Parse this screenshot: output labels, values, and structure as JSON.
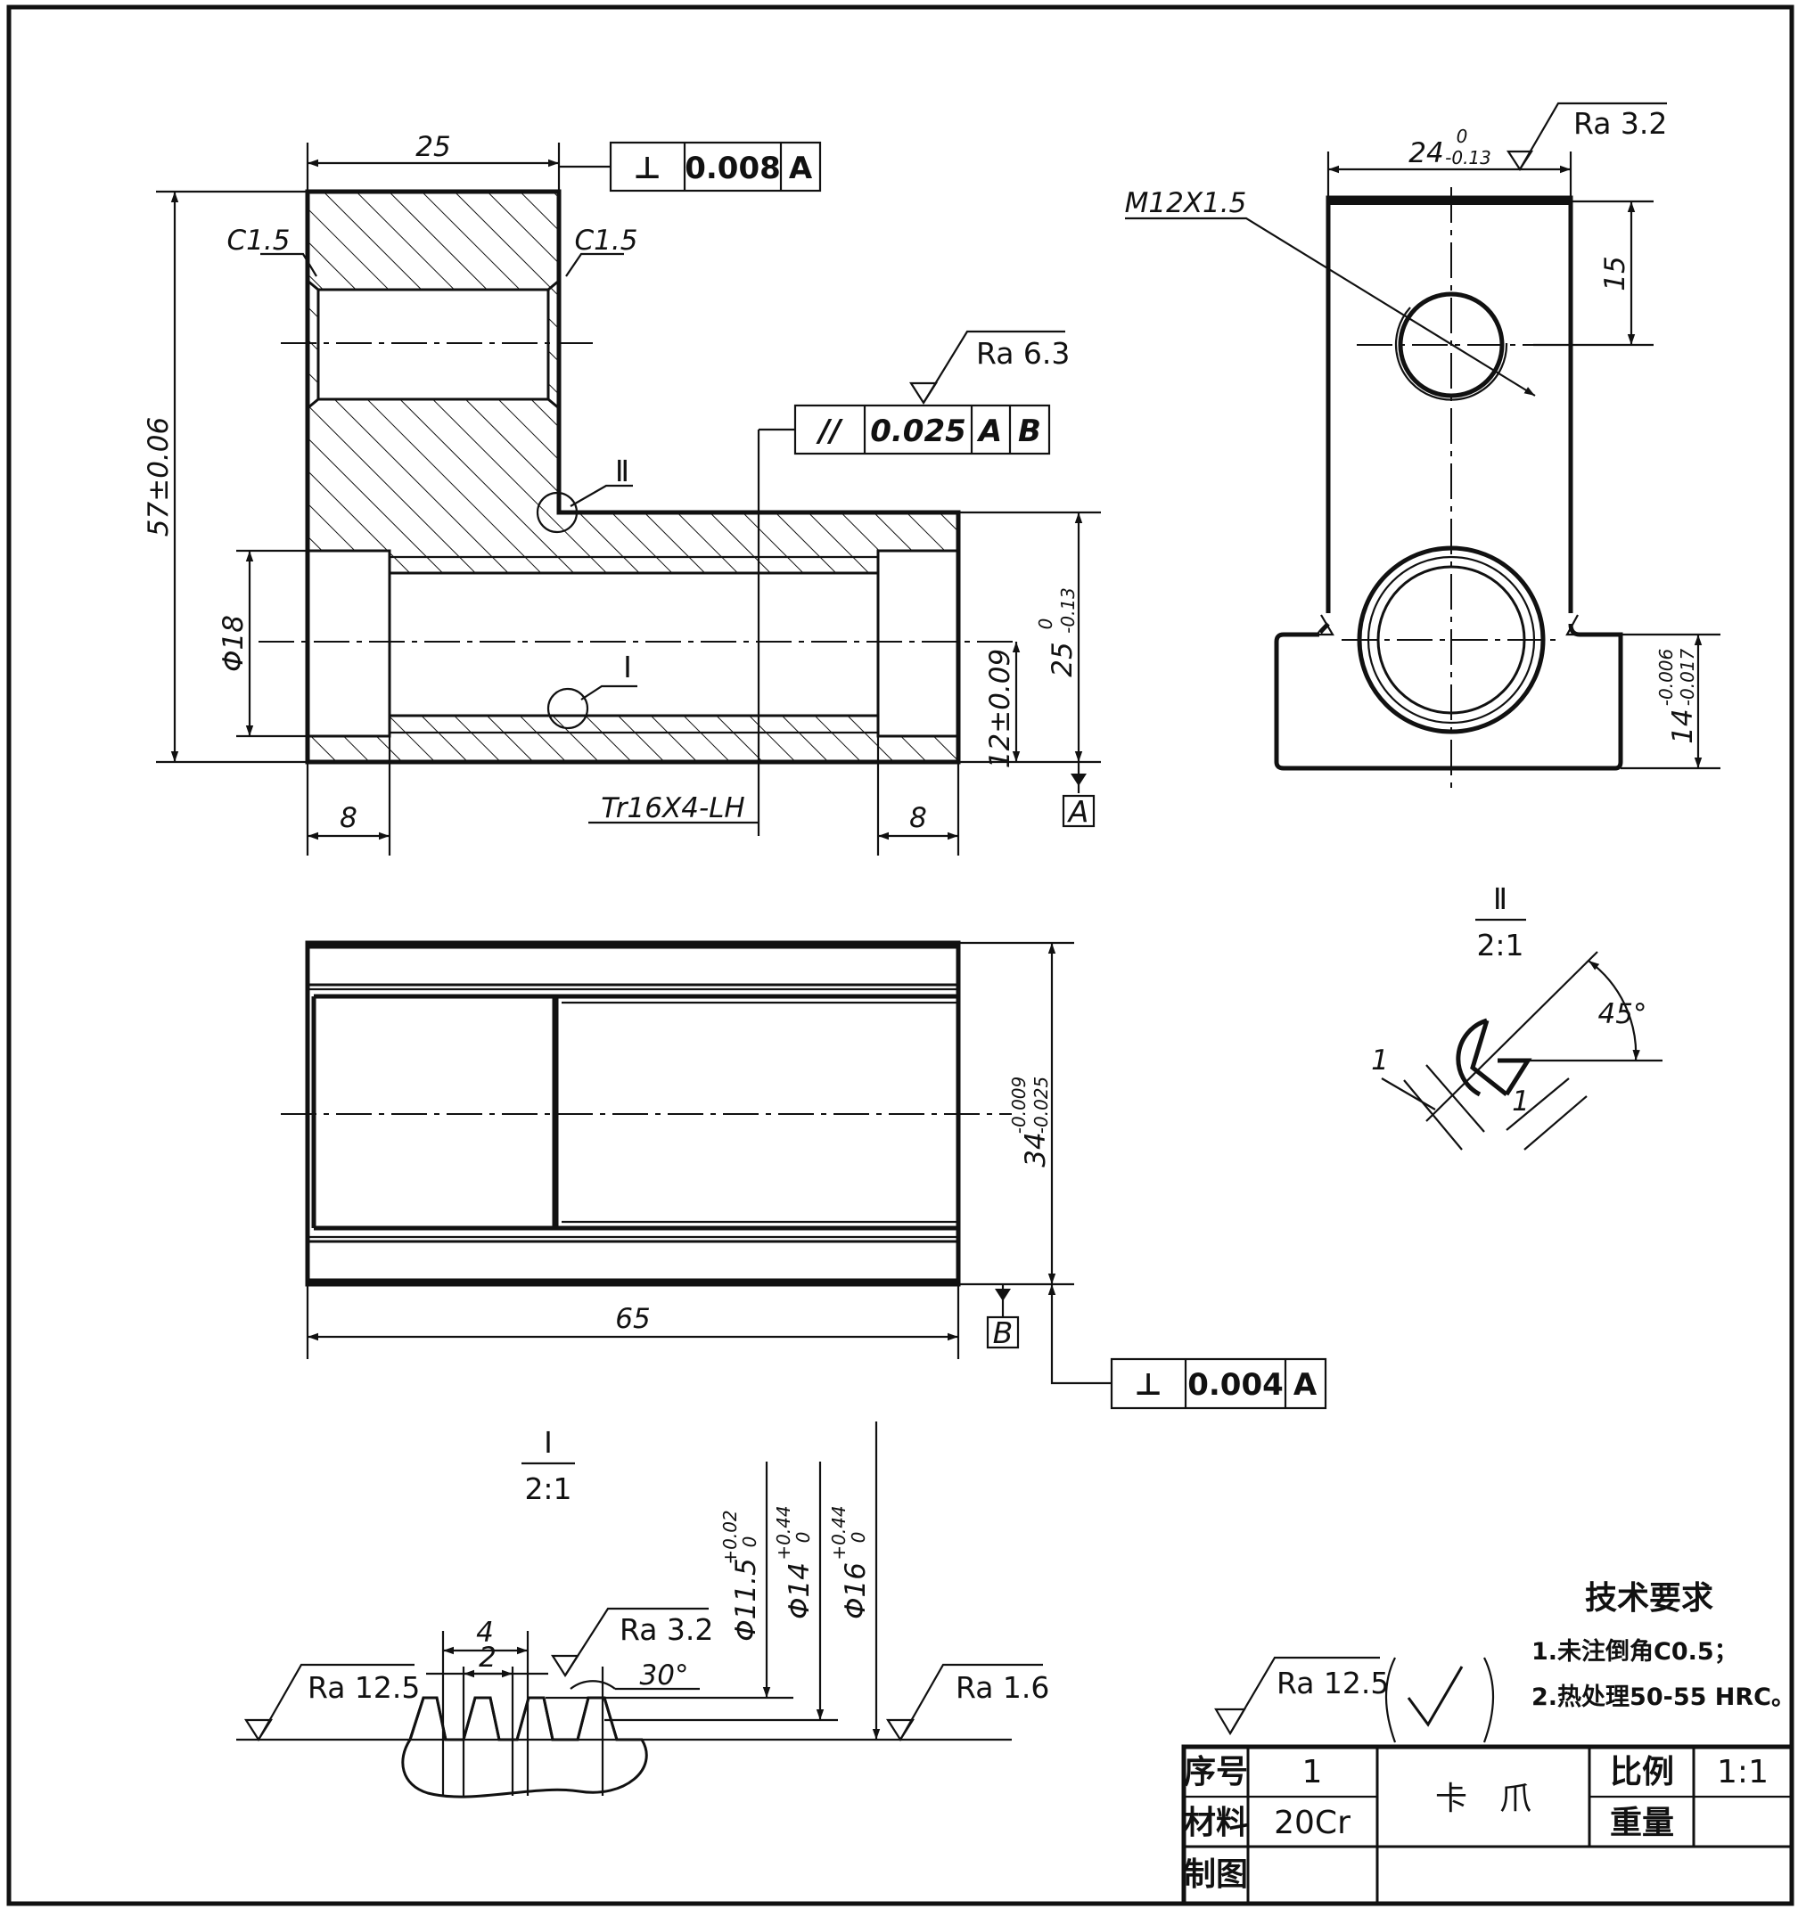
{
  "views": {
    "section": {
      "width": "25",
      "chamfer_left": "C1.5",
      "chamfer_right": "C1.5",
      "height": "57±0.06",
      "bore_dia": "Φ18",
      "step_left": "8",
      "step_right": "8",
      "thread": "Tr16X4-LH",
      "pos_dim": "12±0.09",
      "height2_base": "25",
      "height2_up": "0",
      "height2_low": "-0.13",
      "datum_a": "A",
      "detail_ref_1": "Ⅰ",
      "detail_ref_2": "Ⅱ",
      "fcf_perp": {
        "symbol": "⊥",
        "value": "0.008",
        "datum": "A"
      },
      "fcf_par": {
        "symbol": "//",
        "value": "0.025",
        "datum1": "A",
        "datum2": "B"
      },
      "ra_top": "Ra 6.3"
    },
    "side": {
      "width_base": "24",
      "width_up": "0",
      "width_low": "-0.13",
      "ra": "Ra 3.2",
      "thread": "M12X1.5",
      "hole_pos": "15",
      "height_base": "14",
      "height_up": "-0.006",
      "height_low": "-0.017"
    },
    "plan": {
      "width_base": "34",
      "width_up": "-0.009",
      "width_low": "-0.025",
      "length": "65",
      "datum_b": "B",
      "fcf_perp": {
        "symbol": "⊥",
        "value": "0.004",
        "datum": "A"
      }
    },
    "detail2": {
      "label": "Ⅱ",
      "scale": "2:1",
      "angle": "45°",
      "size_a": "1",
      "size_b": "1"
    },
    "detail1": {
      "label": "Ⅰ",
      "scale": "2:1",
      "pitch": "4",
      "crest": "2",
      "angle": "30°",
      "ra_left": "Ra 12.5",
      "ra_flank": "Ra 3.2",
      "ra_right": "Ra 1.6",
      "d1_base": "Φ11.5",
      "d1_up": "+0.02",
      "d1_low": "0",
      "d2_base": "Φ14",
      "d2_up": "+0.44",
      "d2_low": "0",
      "d3_base": "Φ16",
      "d3_up": "+0.44",
      "d3_low": "0"
    }
  },
  "tech": {
    "title": "技术要求",
    "item1": "1.未注倒角C0.5；",
    "item2": "2.热处理50-55 HRC。",
    "ra_general": "Ra 12.5"
  },
  "title_block": {
    "seq_label": "序号",
    "seq_value": "1",
    "material_label": "材料",
    "material_value": "20Cr",
    "part_name": "卡　爪",
    "scale_label": "比例",
    "scale_value": "1:1",
    "weight_label": "重量",
    "drawn_label": "制图"
  }
}
